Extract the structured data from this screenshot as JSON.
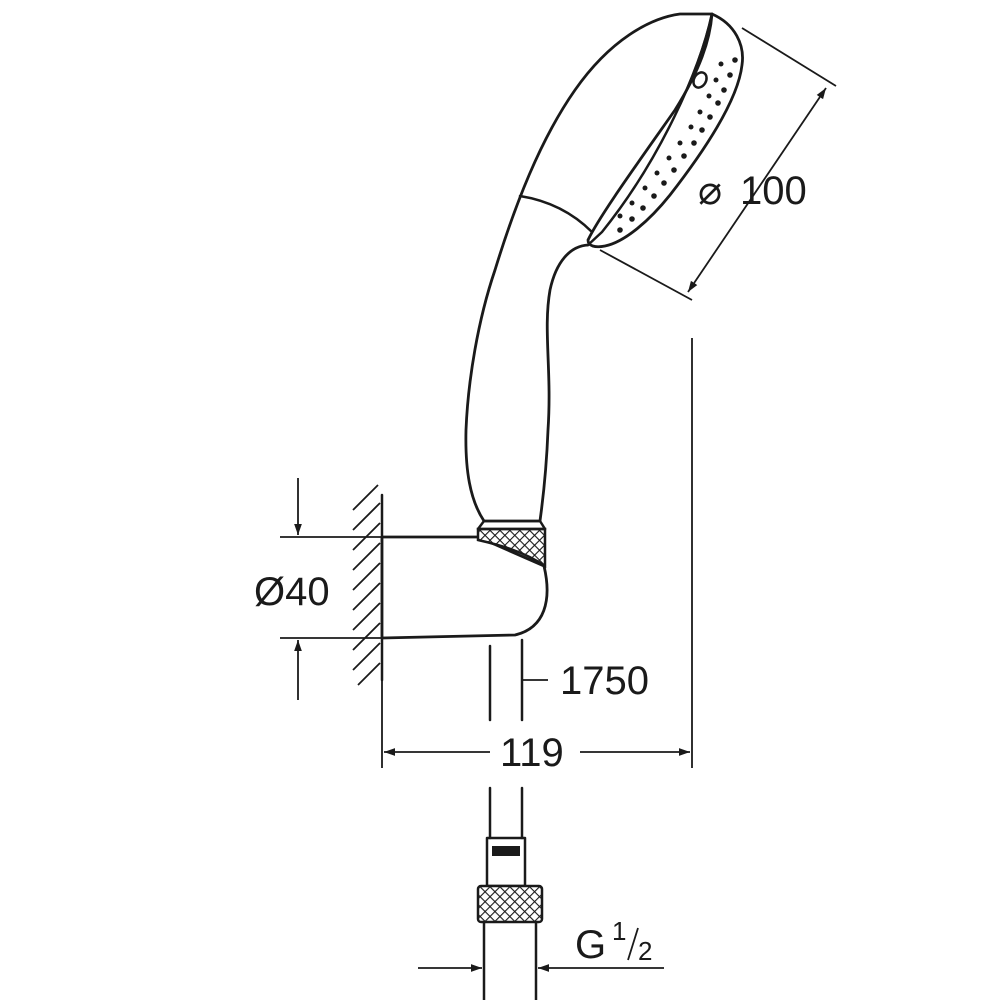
{
  "dimensions": {
    "head_diameter": "100",
    "holder_diameter": "Ø40",
    "hose_length": "1750",
    "projection": "119",
    "thread_main": "G",
    "thread_sup": "1",
    "thread_sub": "2"
  },
  "symbols": {
    "diameter": "⌀"
  },
  "colors": {
    "line": "#1a1a1a",
    "background": "#ffffff"
  }
}
